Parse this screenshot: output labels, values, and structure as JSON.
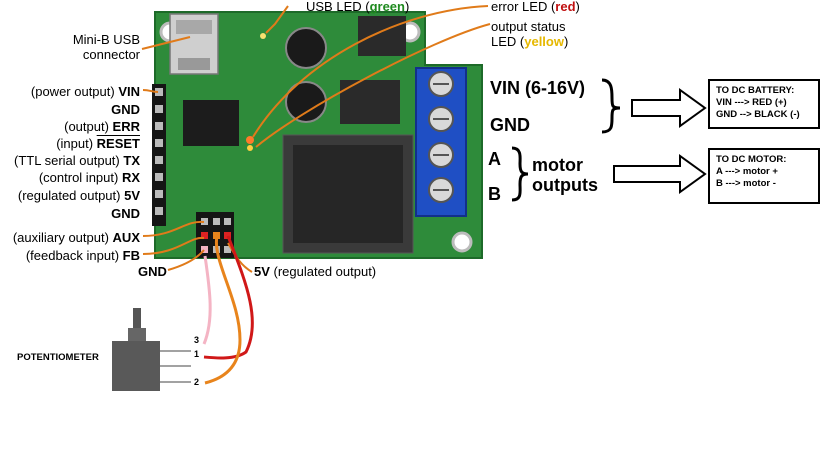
{
  "left_pins": [
    {
      "prefix": "(power output) ",
      "name": "VIN"
    },
    {
      "prefix": "",
      "name": "GND"
    },
    {
      "prefix": "(output) ",
      "name": "ERR"
    },
    {
      "prefix": "(input) ",
      "name": "RESET"
    },
    {
      "prefix": "(TTL serial output) ",
      "name": "TX"
    },
    {
      "prefix": "(control input) ",
      "name": "RX"
    },
    {
      "prefix": "(regulated output) ",
      "name": "5V"
    },
    {
      "prefix": "",
      "name": "GND"
    },
    {
      "prefix": "(auxiliary output) ",
      "name": "AUX"
    },
    {
      "prefix": "(feedback input) ",
      "name": "FB"
    }
  ],
  "bottom": {
    "gnd": "GND",
    "fivev": "5V",
    "fivev_desc": " (regulated output)"
  },
  "top_labels": {
    "usb_connector": [
      "Mini-B USB",
      "connector"
    ],
    "usb_led": {
      "text": "USB LED (",
      "color_word": "green",
      "end": ")"
    },
    "error_led": {
      "text": "error LED (",
      "color_word": "red",
      "end": ")"
    },
    "status_led": {
      "line1": "output status",
      "line2": "LED (",
      "color_word": "yellow",
      "end": ")"
    }
  },
  "power_terminal": {
    "vin": "VIN (6-16V)",
    "gnd": "GND"
  },
  "motor_terminal": {
    "a": "A",
    "b": "B",
    "label_line1": "motor",
    "label_line2": "outputs"
  },
  "battery_box": {
    "title": "TO DC BATTERY:",
    "line1": "VIN ---> RED (+)",
    "line2": "GND --> BLACK (-)"
  },
  "motor_box": {
    "title": "TO DC MOTOR:",
    "line1": "A ---> motor +",
    "line2": "B ---> motor -"
  },
  "potentiometer": {
    "label": "POTENTIOMETER",
    "pins": [
      "3",
      "1",
      "2"
    ]
  },
  "colors": {
    "board_green": "#2e8b3a",
    "terminal_blue": "#1f4fc4",
    "annotation_orange": "#e07b1a",
    "wire_red": "#d01818",
    "wire_orange": "#e8841c",
    "wire_pink": "#f4b4c4"
  }
}
